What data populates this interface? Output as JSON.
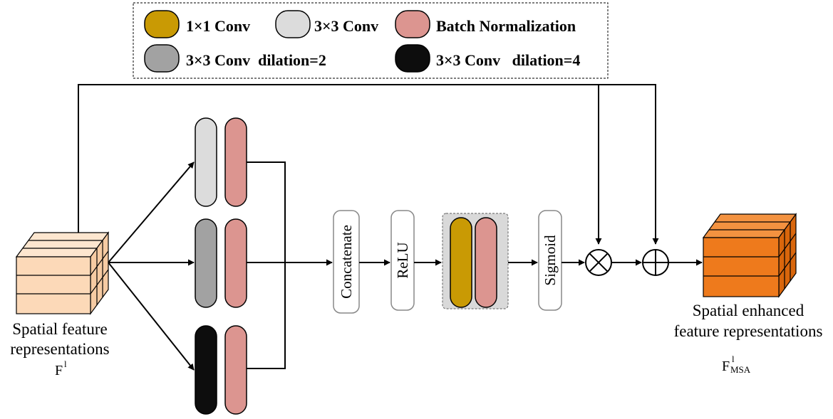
{
  "legend": {
    "conv1x1": "1×1 Conv",
    "conv3x3": "3×3 Conv",
    "batch_norm": "Batch Normalization",
    "conv3x3_d2": "3×3 Conv  dilation=2",
    "conv3x3_d4": "3×3 Conv   dilation=4"
  },
  "blocks": {
    "concatenate": "Concatenate",
    "relu": "ReLU",
    "sigmoid": "Sigmoid"
  },
  "input": {
    "line1": "Spatial feature",
    "line2": "representations",
    "symbol": "F",
    "superscript": "l"
  },
  "output": {
    "line1": "Spatial enhanced",
    "line2": "feature representations",
    "symbol": "F",
    "superscript": "l",
    "subscript": "MSA"
  },
  "colors": {
    "conv1x1": "#c99a04",
    "conv3x3": "#dcdcdc",
    "batch_norm": "#dc9590",
    "conv3x3_d2": "#a2a2a2",
    "conv3x3_d4": "#0d0d0d",
    "input_cube": "#fcd9b8",
    "output_cube": "#ee7a1c"
  }
}
